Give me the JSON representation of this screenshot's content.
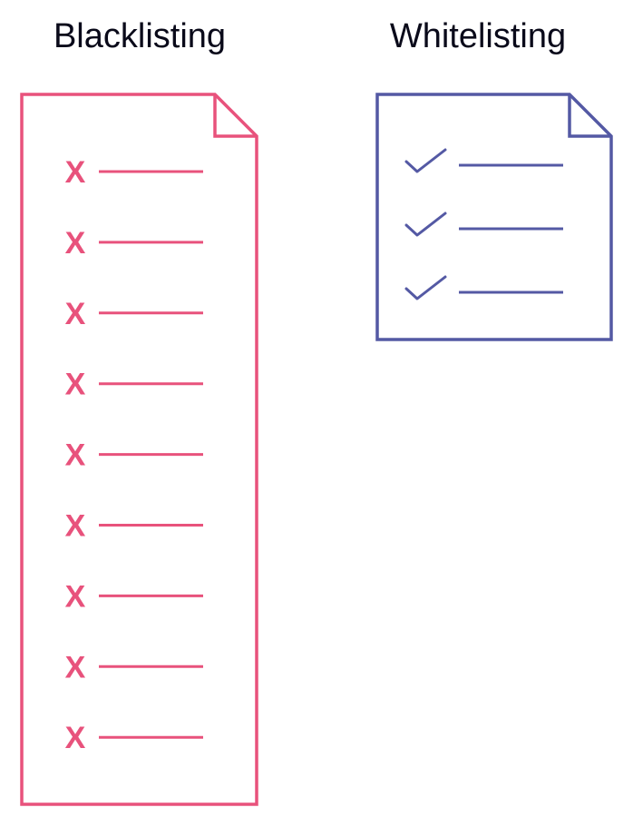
{
  "blacklist": {
    "title": "Blacklisting",
    "color": "#e8527c",
    "mark": "X",
    "item_count": 9,
    "icon": "cross-mark"
  },
  "whitelist": {
    "title": "Whitelisting",
    "color": "#5459a4",
    "item_count": 3,
    "icon": "check-mark-icon"
  }
}
